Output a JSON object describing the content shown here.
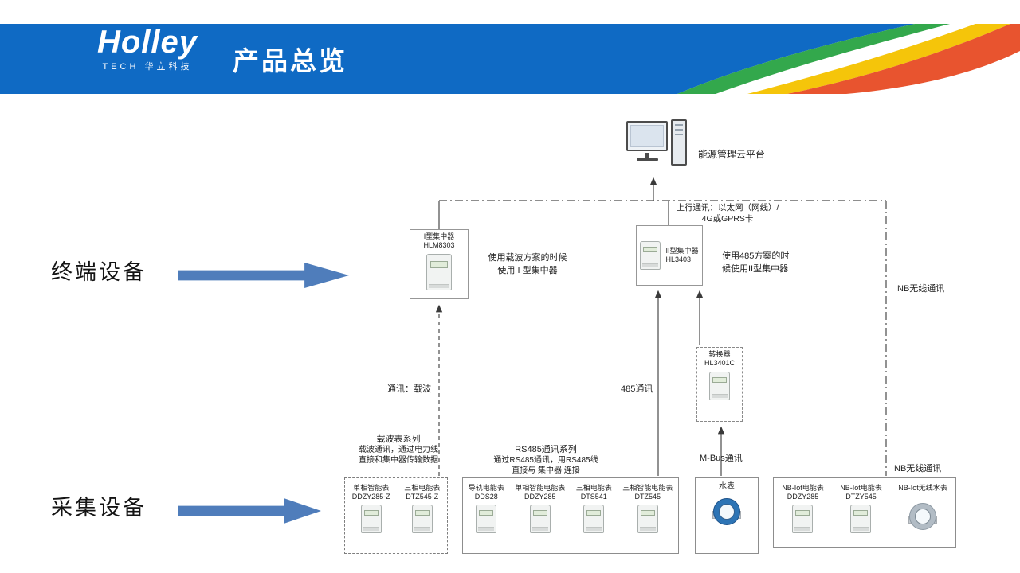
{
  "header": {
    "logo_main": "Holley",
    "logo_sub": "TECH 华立科技",
    "title": "产品总览"
  },
  "side_labels": {
    "terminal": "终端设备",
    "collection": "采集设备"
  },
  "diagram": {
    "cloud_platform": "能源管理云平台",
    "uplink_line1": "上行通讯：以太网（网线）/",
    "uplink_line2": "4G或GPRS卡",
    "concentrator1": {
      "name": "I型集中器",
      "model": "HLM8303",
      "note1": "使用载波方案的时候",
      "note2": "使用 I 型集中器"
    },
    "concentrator2": {
      "name": "II型集中器",
      "model": "HL3403",
      "note1": "使用485方案的时",
      "note2": "候使用II型集中器"
    },
    "converter": {
      "name": "转换器",
      "model": "HL3401C"
    },
    "labels": {
      "nb_comm_mid": "NB无线通讯",
      "nb_comm_bottom": "NB无线通讯",
      "carrier_comm": "通讯：载波",
      "comm_485": "485通讯",
      "mbus": "M-Bus通讯"
    },
    "carrier_series": {
      "title": "载波表系列",
      "desc1": "载波通讯，通过电力线",
      "desc2": "直接和集中器传输数据",
      "meters": [
        {
          "name": "单相智能表",
          "model": "DDZY285-Z"
        },
        {
          "name": "三相电能表",
          "model": "DTZ545-Z"
        }
      ]
    },
    "rs485_series": {
      "title": "RS485通讯系列",
      "desc1": "通过RS485通讯，用RS485线",
      "desc2": "直接与 集中器 连接",
      "meters": [
        {
          "name": "导轨电能表",
          "model": "DDS28"
        },
        {
          "name": "单相智能电能表",
          "model": "DDZY285"
        },
        {
          "name": "三相电能表",
          "model": "DTS541"
        },
        {
          "name": "三相智能电能表",
          "model": "DTZ545"
        }
      ]
    },
    "water_meter": {
      "name": "水表"
    },
    "nb_series": {
      "meters": [
        {
          "name": "NB-Iot电能表",
          "model": "DDZY285"
        },
        {
          "name": "NB-Iot电能表",
          "model": "DTZY545"
        },
        {
          "name": "NB-Iot无线水表",
          "model": ""
        }
      ]
    }
  },
  "colors": {
    "header_blue": "#0f6ac4",
    "accent_green": "#33a84c",
    "accent_yellow": "#f5c50a",
    "accent_orange": "#e8542f",
    "arrow_blue": "#4f7dbb",
    "water_blue": "#2d74b5"
  }
}
